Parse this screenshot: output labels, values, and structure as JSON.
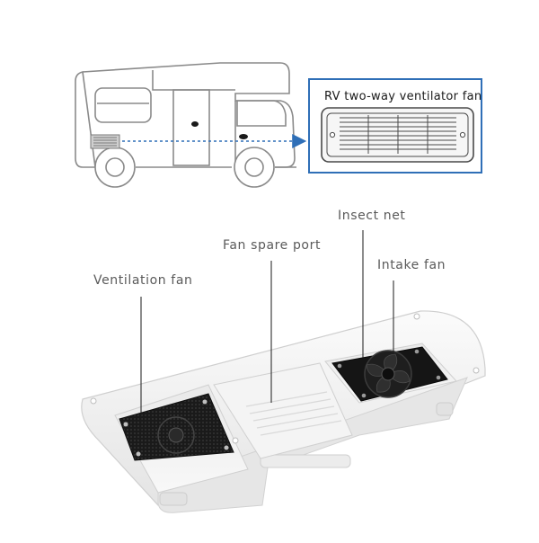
{
  "callout": {
    "title": "RV two-way ventilator fan"
  },
  "labels": {
    "ventilation_fan": "Ventilation fan",
    "fan_spare_port": "Fan spare port",
    "insect_net": "Insect net",
    "intake_fan": "Intake fan"
  },
  "colors": {
    "outline": "#8a8a8a",
    "accent_blue": "#2f6fb7",
    "label_text": "#5a5a5a",
    "housing": "#f2f2f2",
    "fan_dark": "#1b1b1b"
  }
}
